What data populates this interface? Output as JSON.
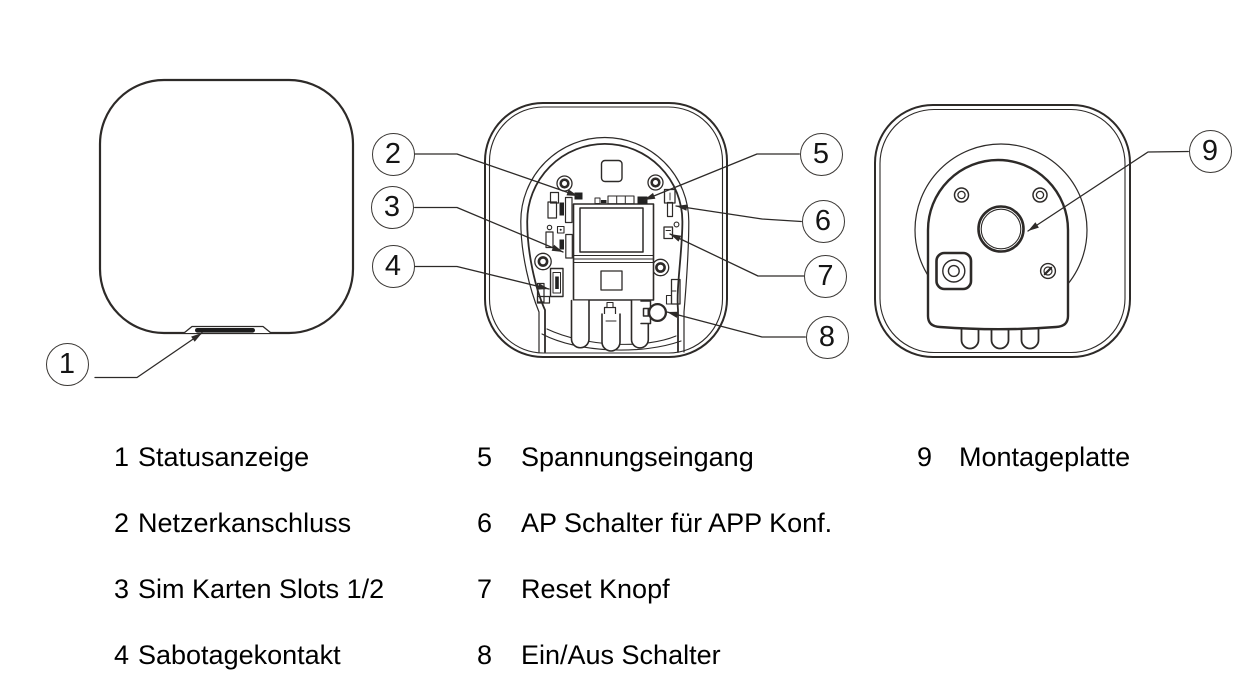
{
  "figure": {
    "callouts": [
      "1",
      "2",
      "3",
      "4",
      "5",
      "6",
      "7",
      "8",
      "9"
    ],
    "legend": {
      "col1": [
        {
          "num": "1",
          "label": "Statusanzeige"
        },
        {
          "num": "2",
          "label": "Netzerkanschluss"
        },
        {
          "num": "3",
          "label": "Sim Karten Slots 1/2"
        },
        {
          "num": "4",
          "label": "Sabotagekontakt"
        }
      ],
      "col2": [
        {
          "num": "5",
          "label": "Spannungseingang"
        },
        {
          "num": "6",
          "label": "AP Schalter für APP Konf."
        },
        {
          "num": "7",
          "label": "Reset Knopf"
        },
        {
          "num": "8",
          "label": "Ein/Aus Schalter"
        }
      ],
      "col3": [
        {
          "num": "9",
          "label": "Montageplatte"
        }
      ]
    },
    "colors": {
      "line": "#2d2a28",
      "text": "#000000",
      "background": "#ffffff"
    }
  }
}
